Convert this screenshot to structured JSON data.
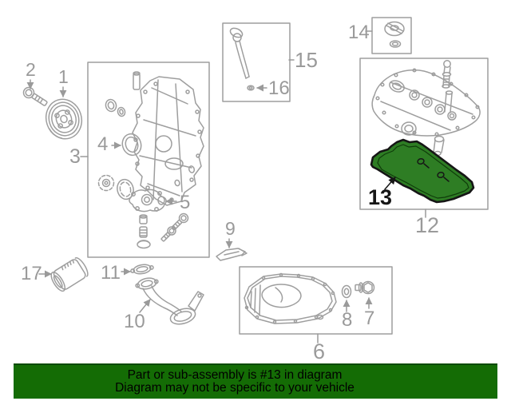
{
  "diagram": {
    "highlighted_part": "13",
    "parts": [
      {
        "number": "1"
      },
      {
        "number": "2"
      },
      {
        "number": "3"
      },
      {
        "number": "4"
      },
      {
        "number": "5"
      },
      {
        "number": "6"
      },
      {
        "number": "7"
      },
      {
        "number": "8"
      },
      {
        "number": "9"
      },
      {
        "number": "10"
      },
      {
        "number": "11"
      },
      {
        "number": "12"
      },
      {
        "number": "13",
        "highlighted": true
      },
      {
        "number": "14"
      },
      {
        "number": "15"
      },
      {
        "number": "16"
      },
      {
        "number": "17"
      }
    ]
  },
  "banner": {
    "line1": "Part or sub-assembly is #13 in diagram",
    "line2": "Diagram may not be specific to your vehicle"
  },
  "colors": {
    "line_art": "#9e9e9e",
    "label": "#9a9a9a",
    "highlight_fill": "#2e7d24",
    "highlight_outline": "#161616",
    "banner_bg": "#146c05",
    "banner_text": "#000000"
  }
}
